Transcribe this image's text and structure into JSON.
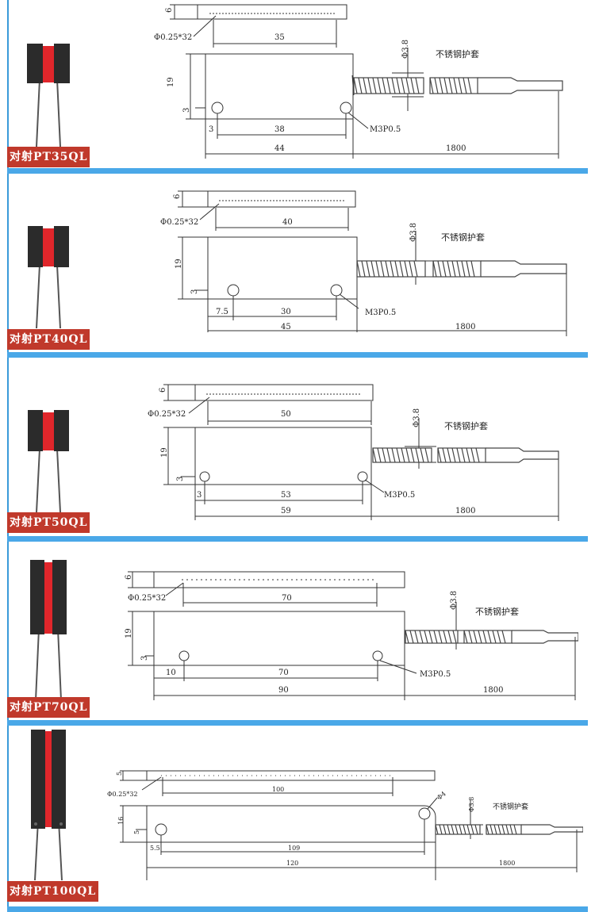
{
  "panels": [
    {
      "label": "对射PT35QL",
      "dims": {
        "thickness": "6",
        "pins": "Φ0.25*32",
        "pin_len": "35",
        "height": "19",
        "hole_y": "3",
        "hole_x": "3",
        "hole_pitch": "38",
        "width": "44",
        "cable_len": "1800",
        "cable_dia": "Φ3.8",
        "sheath": "不锈钢护套",
        "screw": "M3P0.5"
      }
    },
    {
      "label": "对射PT40QL",
      "dims": {
        "thickness": "6",
        "pins": "Φ0.25*32",
        "pin_len": "40",
        "height": "19",
        "hole_y": "3",
        "hole_x": "7.5",
        "hole_pitch": "30",
        "width": "45",
        "cable_len": "1800",
        "cable_dia": "Φ3.8",
        "sheath": "不锈钢护套",
        "screw": "M3P0.5"
      }
    },
    {
      "label": "对射PT50QL",
      "dims": {
        "thickness": "6",
        "pins": "Φ0.25*32",
        "pin_len": "50",
        "height": "19",
        "hole_y": "3",
        "hole_x": "3",
        "hole_pitch": "53",
        "width": "59",
        "cable_len": "1800",
        "cable_dia": "Φ3.8",
        "sheath": "不锈钢护套",
        "screw": "M3P0.5"
      }
    },
    {
      "label": "对射PT70QL",
      "dims": {
        "thickness": "6",
        "pins": "Φ0.25*32",
        "pin_len": "70",
        "height": "19",
        "hole_y": "3",
        "hole_x": "10",
        "hole_pitch": "70",
        "width": "90",
        "cable_len": "1800",
        "cable_dia": "Φ3.8",
        "sheath": "不锈钢护套",
        "screw": "M3P0.5"
      }
    },
    {
      "label": "对射PT100QL",
      "dims": {
        "thickness": "5",
        "pins": "Φ0.25*32",
        "pin_len": "100",
        "height": "16",
        "hole_y": "5",
        "hole_x": "5.5",
        "hole_pitch": "109",
        "width": "120",
        "cable_len": "1800",
        "cable_dia": "Φ3.8",
        "sheath": "不锈钢护套",
        "hole_dia": "Φ4"
      }
    }
  ]
}
